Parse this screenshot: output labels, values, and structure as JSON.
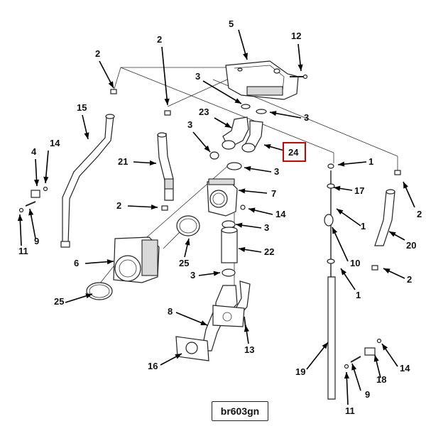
{
  "diagram_code": "br603gn",
  "highlighted_callout": "24",
  "callouts": [
    {
      "id": "c-5",
      "text": "5"
    },
    {
      "id": "c-12",
      "text": "12"
    },
    {
      "id": "c-2a",
      "text": "2"
    },
    {
      "id": "c-2b",
      "text": "2"
    },
    {
      "id": "c-3a",
      "text": "3"
    },
    {
      "id": "c-3b",
      "text": "3"
    },
    {
      "id": "c-15",
      "text": "15"
    },
    {
      "id": "c-23",
      "text": "23"
    },
    {
      "id": "c-3c",
      "text": "3"
    },
    {
      "id": "c-4",
      "text": "4"
    },
    {
      "id": "c-14a",
      "text": "14"
    },
    {
      "id": "c-21",
      "text": "21"
    },
    {
      "id": "c-24",
      "text": "24"
    },
    {
      "id": "c-1a",
      "text": "1"
    },
    {
      "id": "c-3d",
      "text": "3"
    },
    {
      "id": "c-17",
      "text": "17"
    },
    {
      "id": "c-2c",
      "text": "2"
    },
    {
      "id": "c-7",
      "text": "7"
    },
    {
      "id": "c-2d",
      "text": "2"
    },
    {
      "id": "c-14b",
      "text": "14"
    },
    {
      "id": "c-1b",
      "text": "1"
    },
    {
      "id": "c-3e",
      "text": "3"
    },
    {
      "id": "c-9a",
      "text": "9"
    },
    {
      "id": "c-11a",
      "text": "11"
    },
    {
      "id": "c-20",
      "text": "20"
    },
    {
      "id": "c-25a",
      "text": "25"
    },
    {
      "id": "c-22",
      "text": "22"
    },
    {
      "id": "c-10",
      "text": "10"
    },
    {
      "id": "c-6",
      "text": "6"
    },
    {
      "id": "c-3f",
      "text": "3"
    },
    {
      "id": "c-2e",
      "text": "2"
    },
    {
      "id": "c-1c",
      "text": "1"
    },
    {
      "id": "c-25b",
      "text": "25"
    },
    {
      "id": "c-8",
      "text": "8"
    },
    {
      "id": "c-13",
      "text": "13"
    },
    {
      "id": "c-16",
      "text": "16"
    },
    {
      "id": "c-19",
      "text": "19"
    },
    {
      "id": "c-14c",
      "text": "14"
    },
    {
      "id": "c-18",
      "text": "18"
    },
    {
      "id": "c-9b",
      "text": "9"
    },
    {
      "id": "c-11b",
      "text": "11"
    }
  ]
}
